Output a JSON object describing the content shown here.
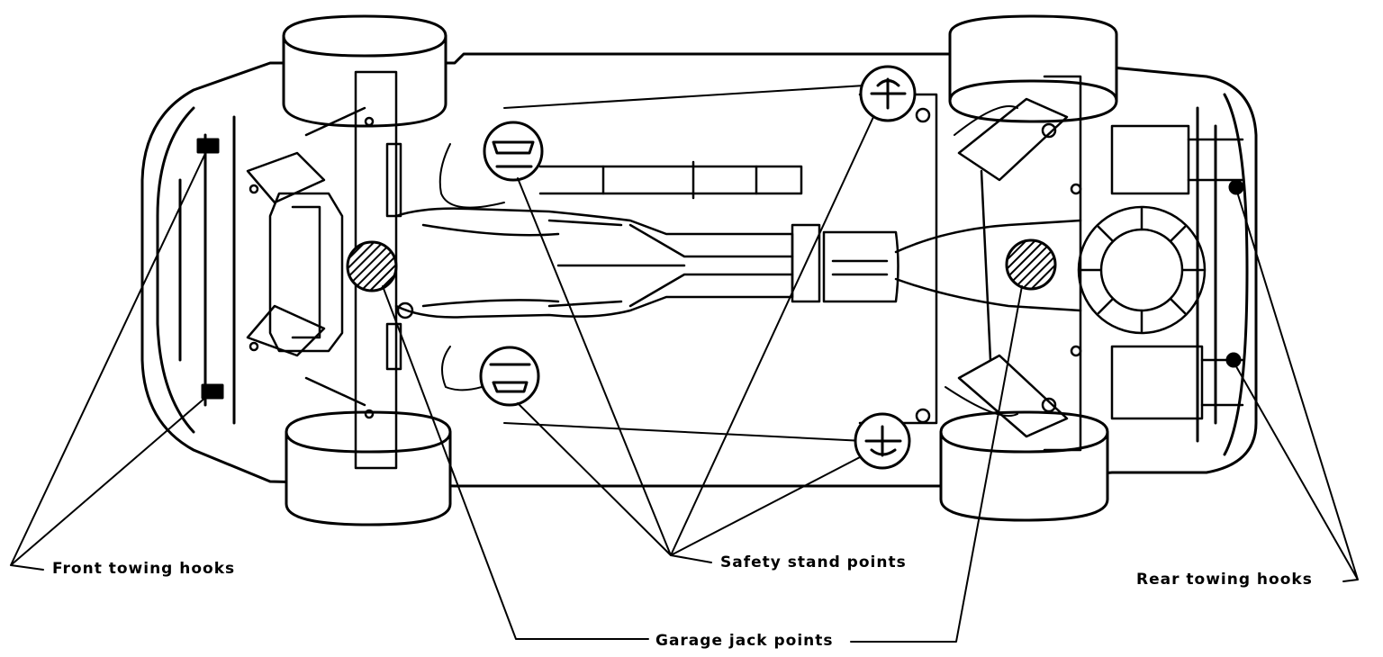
{
  "labels": {
    "front_towing_hooks": "Front towing hooks",
    "safety_stand_points": "Safety stand points",
    "rear_towing_hooks": "Rear towing hooks",
    "garage_jack_points": "Garage jack points"
  },
  "colors": {
    "ink": "#000000",
    "background": "#ffffff"
  }
}
